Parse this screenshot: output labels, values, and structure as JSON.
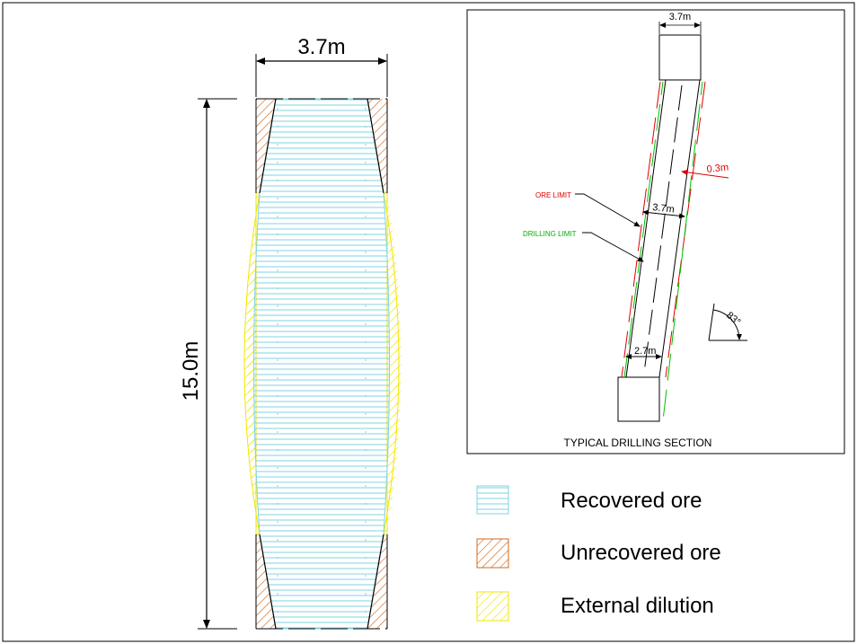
{
  "main_section": {
    "width_label": "3.7m",
    "height_label": "15.0m"
  },
  "inset": {
    "title": "TYPICAL DRILLING SECTION",
    "top_width_label": "3.7m",
    "mid_width_label": "3.7m",
    "bottom_width_label": "2.7m",
    "offset_label": "0.3m",
    "angle_label": "83°",
    "ore_limit_label": "ORE LIMIT",
    "drilling_limit_label": "DRILLING LIMIT"
  },
  "legend": {
    "items": [
      {
        "label": "Recovered ore",
        "swatch": "horizontal-lines",
        "color": "#7fd3e3"
      },
      {
        "label": "Unrecovered ore",
        "swatch": "diagonal-hatch",
        "color": "#d2691e"
      },
      {
        "label": "External dilution",
        "swatch": "diagonal-hatch",
        "color": "#f2e600"
      }
    ]
  },
  "colors": {
    "recovered_ore": "#7fd3e3",
    "unrecovered_ore": "#d2691e",
    "external_dilution": "#f2e600",
    "ore_limit": "#e00000",
    "drilling_limit": "#00c000",
    "line": "#000000"
  }
}
